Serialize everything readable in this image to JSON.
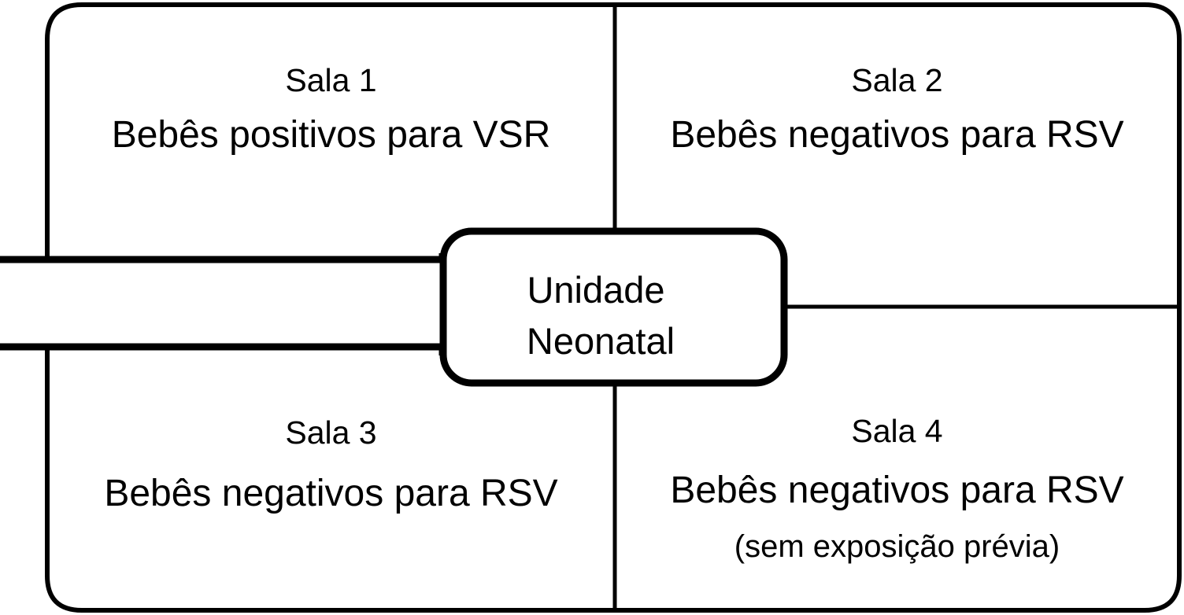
{
  "rooms": [
    {
      "name": "Sala 1",
      "description": "Bebês positivos para VSR"
    },
    {
      "name": "Sala 2",
      "description": "Bebês negativos para RSV"
    },
    {
      "name": "Sala 3",
      "description": "Bebês negativos para RSV"
    },
    {
      "name": "Sala 4",
      "description": "Bebês negativos para RSV",
      "note": "(sem exposição prévia)"
    }
  ],
  "unit": {
    "line1": "Unidade",
    "line2": "Neonatal"
  },
  "colors": {
    "stroke": "#000000",
    "background": "#ffffff",
    "text": "#000000"
  }
}
